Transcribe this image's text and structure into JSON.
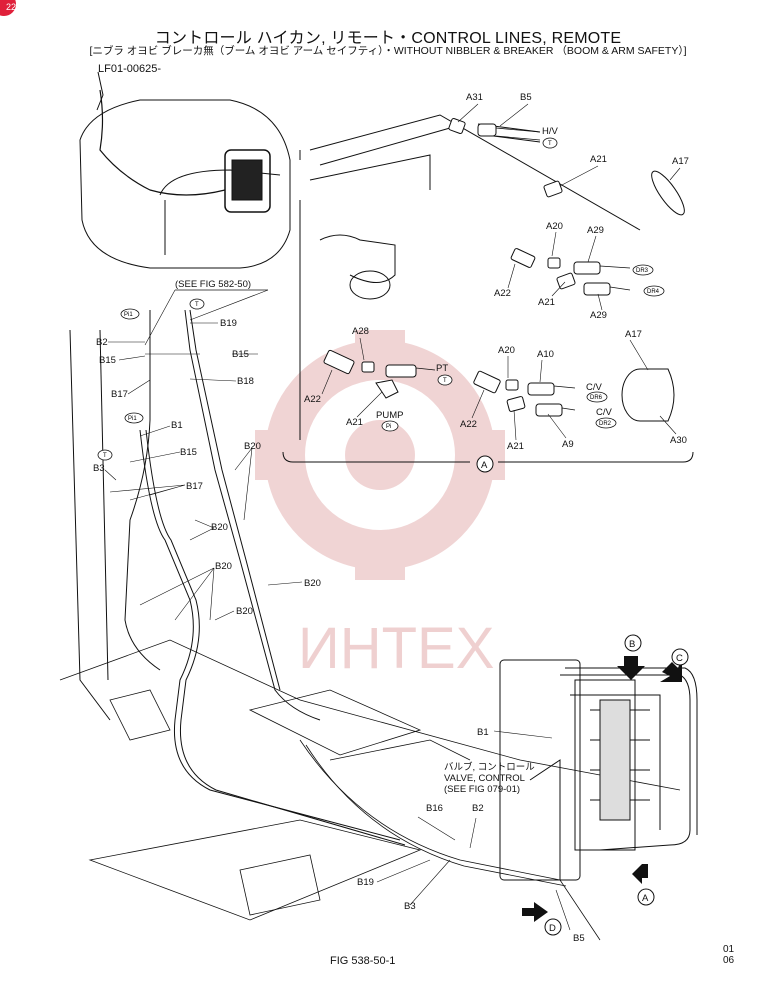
{
  "title": "コントロール ハイカン, リモート・CONTROL LINES, REMOTE",
  "subtitle": "[ニブラ オヨビ ブレーカ無（ブーム オヨビ アーム セイフティ）・WITHOUT NIBBLER & BREAKER （BOOM & ARM SAFETY）]",
  "page_code": "LF01-00625-",
  "figure_number": "FIG 538-50-1",
  "revision": [
    "01",
    "06"
  ],
  "corner_badge": "22",
  "watermark": "ИНТЕХ",
  "colors": {
    "watermark": "#efd0d0",
    "ink": "#111111",
    "badge": "#e0203a"
  },
  "callout_letters": [
    "A",
    "B",
    "C",
    "D"
  ],
  "references": {
    "see_fig_582": "(SEE FIG 582-50)",
    "valve_jp": "バルブ, コントロール",
    "valve_en": "VALVE, CONTROL",
    "see_fig_079": "(SEE FIG 079-01)"
  },
  "port_tags": [
    "Pi1",
    "T",
    "Pi1",
    "T",
    "DR3",
    "DR4",
    "DR6",
    "DR2",
    "Pi",
    "T"
  ],
  "port_names": [
    "H/V",
    "PT",
    "PUMP",
    "C/V",
    "C/V"
  ],
  "part_labels": {
    "A31": "A31",
    "B5_top": "B5",
    "A21_a": "A21",
    "A17_a": "A17",
    "A20_a": "A20",
    "A29_a": "A29",
    "A22_a": "A22",
    "A21_b": "A21",
    "A29_b": "A29",
    "A28": "A28",
    "A22_b": "A22",
    "A21_c": "A21",
    "A20_b": "A20",
    "A10": "A10",
    "A17_b": "A17",
    "A22_c": "A22",
    "A21_d": "A21",
    "A9": "A9",
    "A30": "A30",
    "B2_a": "B2",
    "B15_a": "B15",
    "B17_a": "B17",
    "B19_a": "B19",
    "B15_b": "B15",
    "B18": "B18",
    "B1_a": "B1",
    "B15_c": "B15",
    "B3_a": "B3",
    "B20_a": "B20",
    "B17_b": "B17",
    "B20_b": "B20",
    "B20_c": "B20",
    "B20_d": "B20",
    "B20_e": "B20",
    "B1_b": "B1",
    "B16": "B16",
    "B2_b": "B2",
    "B19_b": "B19",
    "B3_b": "B3",
    "B5_bottom": "B5"
  }
}
